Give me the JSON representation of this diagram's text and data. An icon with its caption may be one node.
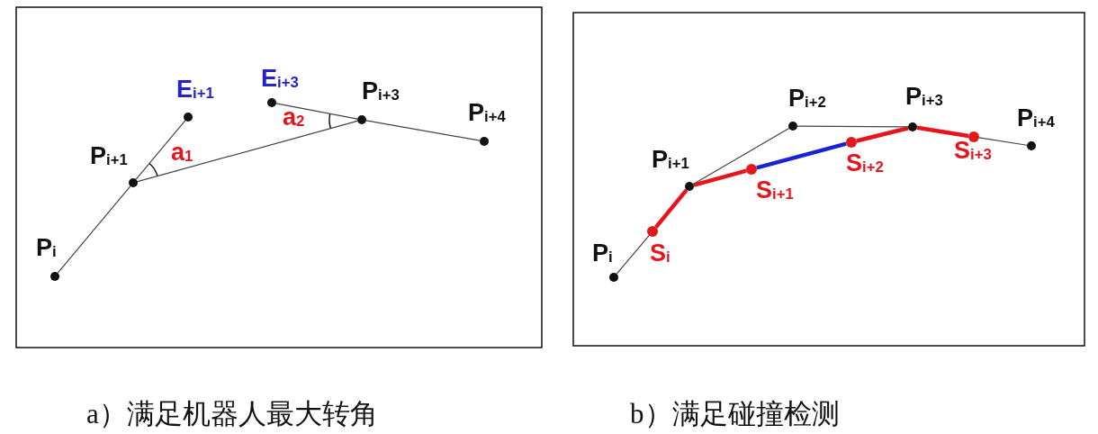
{
  "diagram": {
    "nodes": [
      {
        "text": [],
        "shape": "circle",
        "beside": [
          "P$_{i}$"
        ]
      },
      {
        "text": [],
        "shape": "circle",
        "beside": [
          "P$_{i+1}$"
        ]
      },
      {
        "text": [],
        "shape": "circle",
        "beside": [
          "E$_{i+1}$"
        ]
      },
      {
        "text": [],
        "shape": "circle",
        "beside": [
          "E$_{i+3}$"
        ]
      },
      {
        "text": [],
        "shape": "circle",
        "beside": [
          "P$_{i+3}$"
        ]
      },
      {
        "text": [],
        "shape": "circle",
        "beside": [
          "P$_{i+4}$"
        ]
      },
      {
        "text": [],
        "shape": "circle",
        "beside": [
          "P$_{i}$"
        ]
      },
      {
        "text": [],
        "shape": "circle",
        "beside": [
          "P$_{i+1}$"
        ]
      },
      {
        "text": [],
        "shape": "circle",
        "beside": [
          "P$_{i+2}$"
        ]
      },
      {
        "text": [],
        "shape": "circle",
        "beside": [
          "P$_{i+3}$"
        ]
      },
      {
        "text": [],
        "shape": "circle",
        "beside": [
          "P$_{i+4}$"
        ]
      },
      {
        "text": [],
        "shape": "circle",
        "beside": [
          "S$_{i}$"
        ]
      },
      {
        "text": [],
        "shape": "circle",
        "beside": [
          "S$_{i+1}$"
        ]
      },
      {
        "text": [],
        "shape": "circle",
        "beside": [
          "S$_{i+2}$"
        ]
      },
      {
        "text": [],
        "shape": "circle",
        "beside": [
          "S$_{i+3}$"
        ]
      }
    ],
    "edges": [
      {
        "from": 0,
        "to": 1,
        "arrow": "none"
      },
      {
        "from": 1,
        "to": 2,
        "arrow": "none"
      },
      {
        "from": 1,
        "to": 4,
        "arrow": "none"
      },
      {
        "from": 3,
        "to": 4,
        "arrow": "none"
      },
      {
        "from": 4,
        "to": 5,
        "arrow": "none"
      },
      {
        "from": 6,
        "to": 11,
        "arrow": "none"
      },
      {
        "from": 11,
        "to": 7,
        "arrow": "none",
        "style": "thick",
        "color": "#e8141c"
      },
      {
        "from": 7,
        "to": 12,
        "arrow": "none",
        "style": "thick",
        "color": "#e8141c"
      },
      {
        "from": 12,
        "to": 13,
        "arrow": "none",
        "style": "thick",
        "color": "#1a22d8"
      },
      {
        "from": 13,
        "to": 9,
        "arrow": "none",
        "style": "thick",
        "color": "#e8141c"
      },
      {
        "from": 9,
        "to": 14,
        "arrow": "none",
        "style": "thick",
        "color": "#e8141c"
      },
      {
        "from": 14,
        "to": 10,
        "arrow": "none"
      },
      {
        "from": 7,
        "to": 8,
        "arrow": "none"
      },
      {
        "from": 8,
        "to": 9,
        "arrow": "none"
      }
    ],
    "labels": [
      "a$_{1}$",
      "a$_{2}$",
      "a）满足机器人最大转角",
      "b）满足碰撞检测"
    ]
  }
}
